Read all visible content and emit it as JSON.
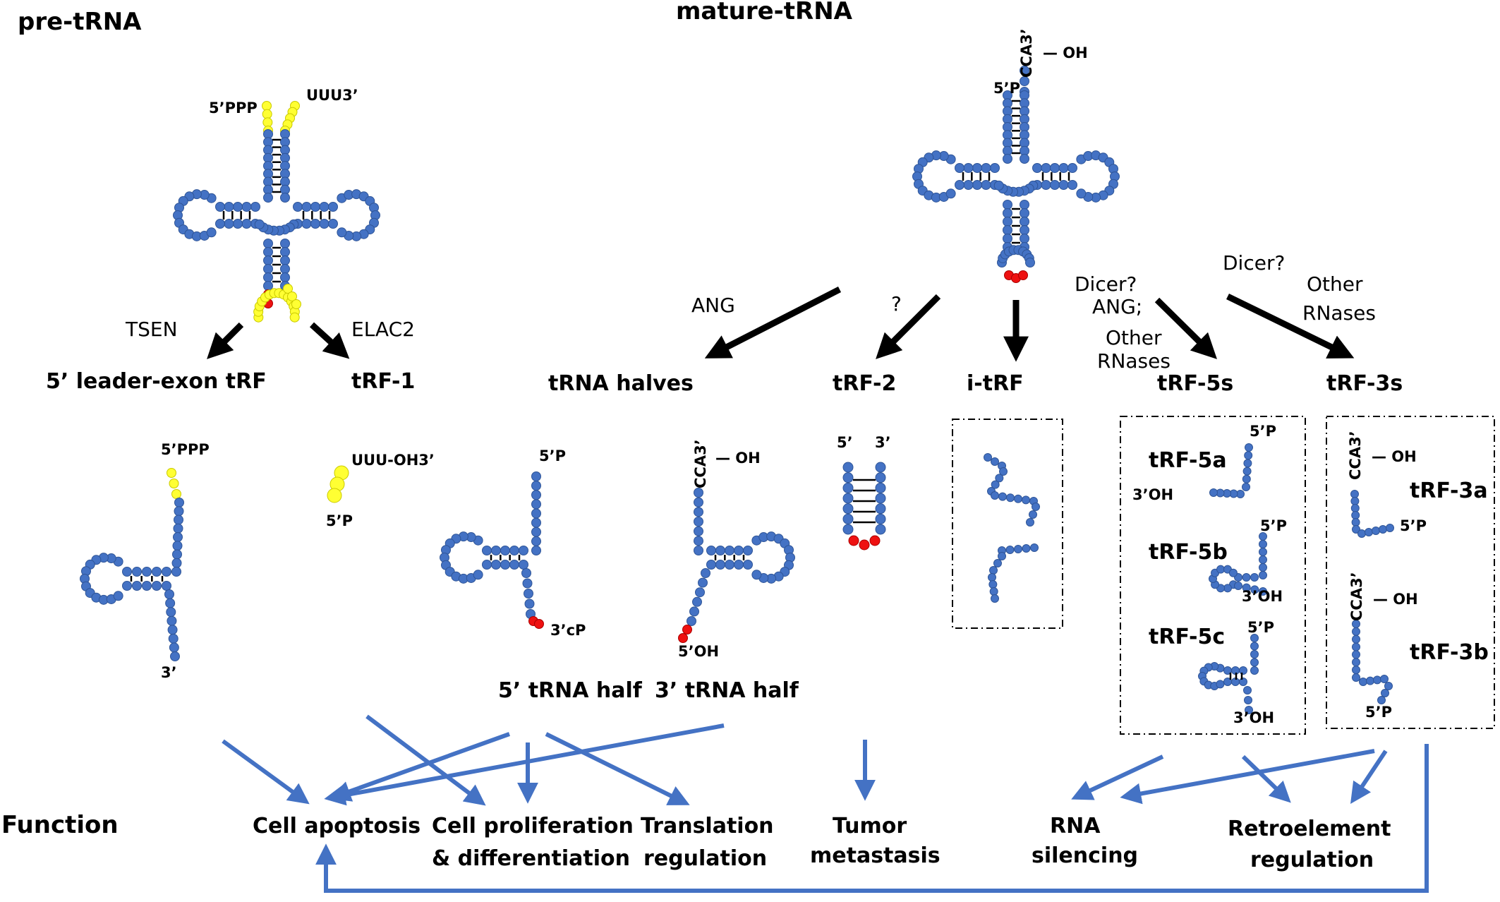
{
  "headers": {
    "pre_trna": "pre-tRNA",
    "mature_trna": "mature-tRNA",
    "function": "Function"
  },
  "pre_trna": {
    "label_5ppp": "5’PPP",
    "label_uuu3": "UUU3’",
    "enzyme_left": "TSEN",
    "enzyme_right": "ELAC2",
    "product_left": "5’ leader-exon tRF",
    "product_right": "tRF-1",
    "leader_5ppp": "5’PPP",
    "leader_3": "3’",
    "trf1_uuu": "UUU-OH3’",
    "trf1_5p": "5’P"
  },
  "mature": {
    "label_cca": "CCA3’",
    "label_oh": "— OH",
    "label_5p": "5’P",
    "enzyme_ang": "ANG",
    "enzyme_q": "?",
    "enzyme_5s_line1": "Dicer?",
    "enzyme_5s_line2": "ANG;",
    "enzyme_5s_line3": "Other",
    "enzyme_5s_line4": "RNases",
    "enzyme_3s_line1": "Dicer?",
    "enzyme_3s_line2": "Other",
    "enzyme_3s_line3": "RNases"
  },
  "products": {
    "halves": "tRNA halves",
    "trf2": "tRF-2",
    "itrf": "i-tRF",
    "trf5s": "tRF-5s",
    "trf3s": "tRF-3s"
  },
  "halves": {
    "h5_top": "5’P",
    "h5_bottom": "3’cP",
    "h5_name": "5’ tRNA half",
    "h3_top": "CCA3’",
    "h3_oh": "— OH",
    "h3_bottom": "5’OH",
    "h3_name": "3’ tRNA half"
  },
  "trf2": {
    "left": "5’",
    "right": "3’"
  },
  "trf5": {
    "a_name": "tRF-5a",
    "a_5p": "5’P",
    "a_3oh": "3’OH",
    "b_name": "tRF-5b",
    "b_5p": "5’P",
    "b_3oh": "3’OH",
    "c_name": "tRF-5c",
    "c_5p": "5’P",
    "c_3oh": "3’OH"
  },
  "trf3": {
    "a_cca": "CCA3’",
    "a_oh": "— OH",
    "a_name": "tRF-3a",
    "a_5p": "5’P",
    "b_cca": "CCA3’",
    "b_oh": "— OH",
    "b_name": "tRF-3b",
    "b_5p": "5’P"
  },
  "functions": {
    "apoptosis": "Cell apoptosis",
    "prolif_line1": "Cell proliferation",
    "prolif_line2": "& differentiation",
    "trans_line1": "Translation",
    "trans_line2": "regulation",
    "tumor_line1": "Tumor",
    "tumor_line2": "metastasis",
    "rna_line1": "RNA",
    "rna_line2": "silencing",
    "retro_line1": "Retroelement",
    "retro_line2": "regulation"
  },
  "colors": {
    "nucleotide": "#4472c4",
    "pre_sequence": "#ffff33",
    "cleavage_site": "#ee1111",
    "function_arrow": "#4472c4",
    "process_arrow": "#000000"
  }
}
